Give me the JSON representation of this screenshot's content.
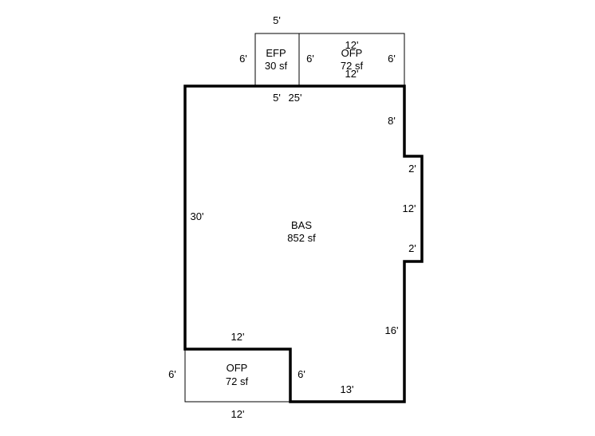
{
  "areas": {
    "bas": {
      "code": "BAS",
      "area": "852 sf"
    },
    "efp": {
      "code": "EFP",
      "area": "30 sf"
    },
    "ofp_top": {
      "code": "OFP",
      "area": "72 sf"
    },
    "ofp_bottom": {
      "code": "OFP",
      "area": "72 sf"
    }
  },
  "dimensions": {
    "efp_top": "5'",
    "efp_left": "6'",
    "efp_bottom": "5'",
    "ofp_top_top": "12'",
    "ofp_top_left": "6'",
    "ofp_top_right": "6'",
    "ofp_top_bottom": "12'",
    "bas_top": "25'",
    "bas_right_upper": "8'",
    "bas_bump_top": "2'",
    "bas_bump_side": "12'",
    "bas_bump_bottom": "2'",
    "bas_left": "30'",
    "bas_right_lower": "16'",
    "bas_notch_top": "12'",
    "bas_notch_side": "6'",
    "bas_bottom": "13'",
    "ofp_bottom_left": "6'",
    "ofp_bottom_bottom": "12'"
  }
}
